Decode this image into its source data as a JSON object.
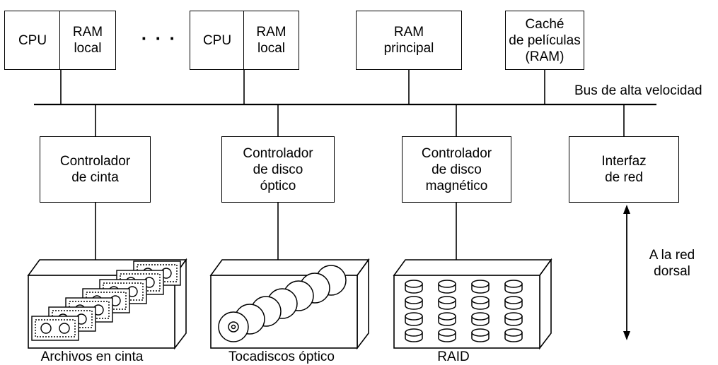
{
  "nodes": {
    "cpu1": "CPU",
    "ram_local1": "RAM\nlocal",
    "ellipsis": "· · ·",
    "cpu2": "CPU",
    "ram_local2": "RAM\nlocal",
    "ram_principal": "RAM\nprincipal",
    "cache": "Caché\nde películas\n(RAM)",
    "tape_controller": "Controlador\nde cinta",
    "optical_controller": "Controlador\nde disco\nóptico",
    "magnetic_controller": "Controlador\nde disco\nmagnético",
    "network_interface": "Interfaz\nde red"
  },
  "labels": {
    "bus": "Bus de alta velocidad",
    "backbone": "A la red\ndorsal",
    "tape_archive": "Archivos en cinta",
    "optical_jukebox": "Tocadiscos óptico",
    "raid": "RAID"
  }
}
